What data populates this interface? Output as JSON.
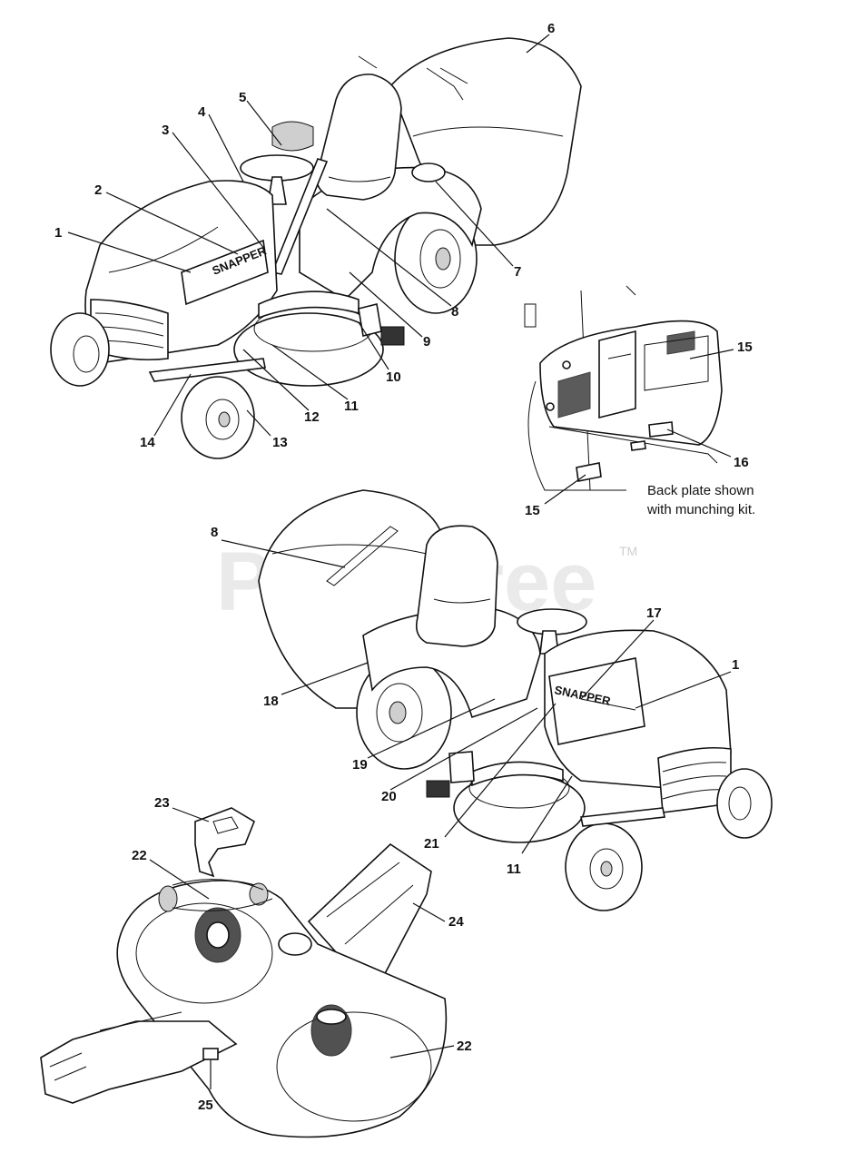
{
  "watermark": {
    "text": "PartsTree",
    "tm": "TM"
  },
  "caption": {
    "line1": "Back plate shown",
    "line2": "with munching kit."
  },
  "decals": {
    "brand_top": "SNAPPER",
    "brand_lower": "SNAPPER"
  },
  "callouts": {
    "c1a": "1",
    "c2": "2",
    "c3": "3",
    "c4": "4",
    "c5": "5",
    "c6": "6",
    "c7": "7",
    "c8a": "8",
    "c9": "9",
    "c10": "10",
    "c11a": "11",
    "c12": "12",
    "c13": "13",
    "c14": "14",
    "c15a": "15",
    "c15b": "15",
    "c16": "16",
    "c8b": "8",
    "c17": "17",
    "c1b": "1",
    "c18": "18",
    "c19": "19",
    "c20": "20",
    "c21": "21",
    "c11b": "11",
    "c23": "23",
    "c22a": "22",
    "c24": "24",
    "c22b": "22",
    "c25": "25"
  }
}
